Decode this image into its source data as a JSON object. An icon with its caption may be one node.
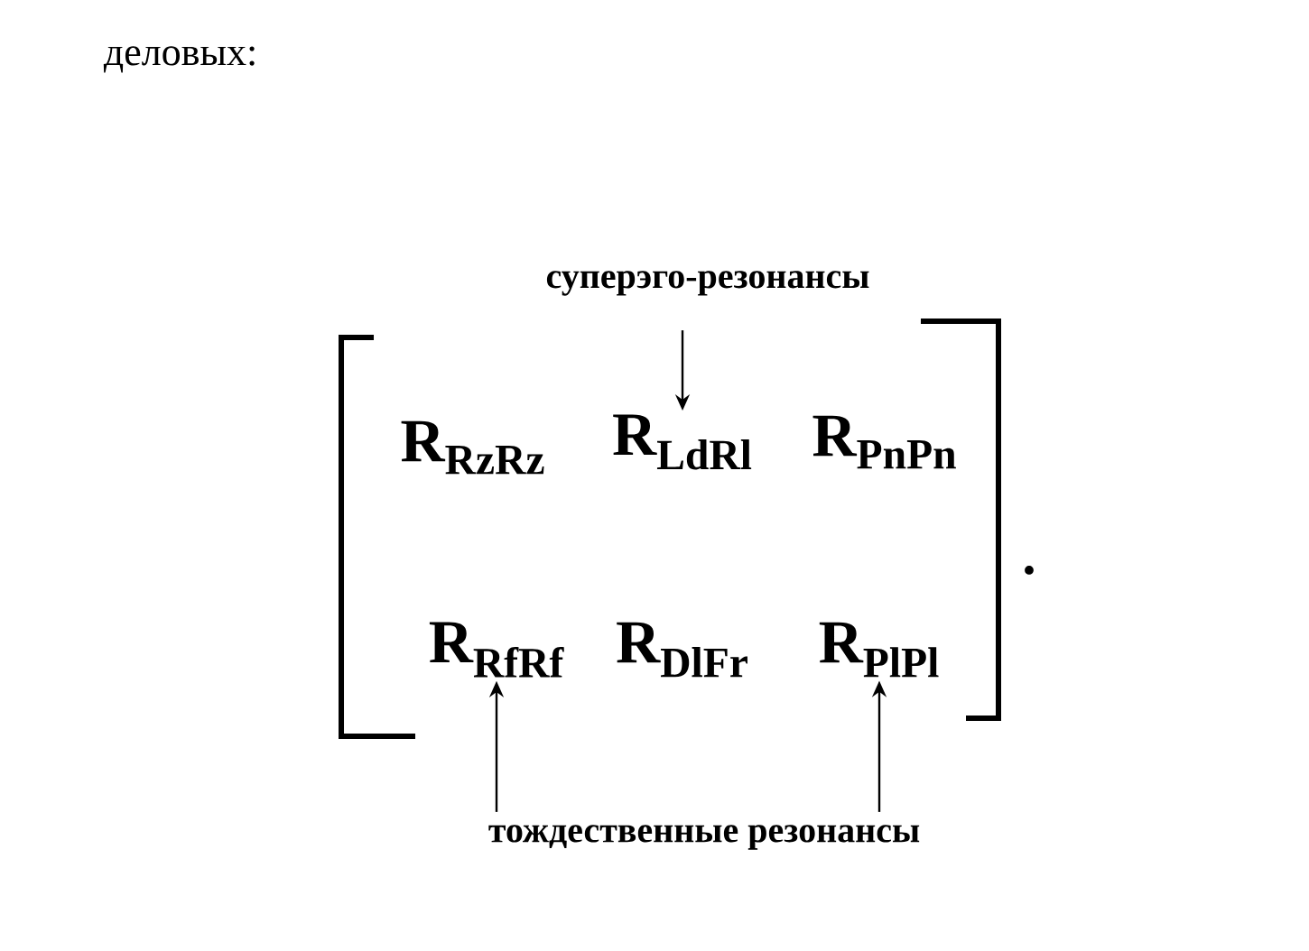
{
  "diagram": {
    "nodes": [
      {
        "text": [
          "суперэго-резонансы"
        ]
      },
      {
        "text": [
          "R$_{RzRz}$"
        ]
      },
      {
        "text": [
          "R$_{LdRl}$"
        ]
      },
      {
        "text": [
          "R$_{PnPn}$"
        ]
      },
      {
        "text": [
          "R$_{RfRf}$"
        ]
      },
      {
        "text": [
          "R$_{DlFr}$"
        ]
      },
      {
        "text": [
          "R$_{PlPl}$"
        ]
      },
      {
        "text": [
          "тождественные резонансы"
        ]
      }
    ],
    "edges": [
      {
        "from": 0,
        "to": 2,
        "arrow": "to"
      },
      {
        "from": 7,
        "to": 4,
        "arrow": "to"
      },
      {
        "from": 7,
        "to": 6,
        "arrow": "to"
      }
    ],
    "labels": [
      "деловых:",
      "."
    ]
  }
}
